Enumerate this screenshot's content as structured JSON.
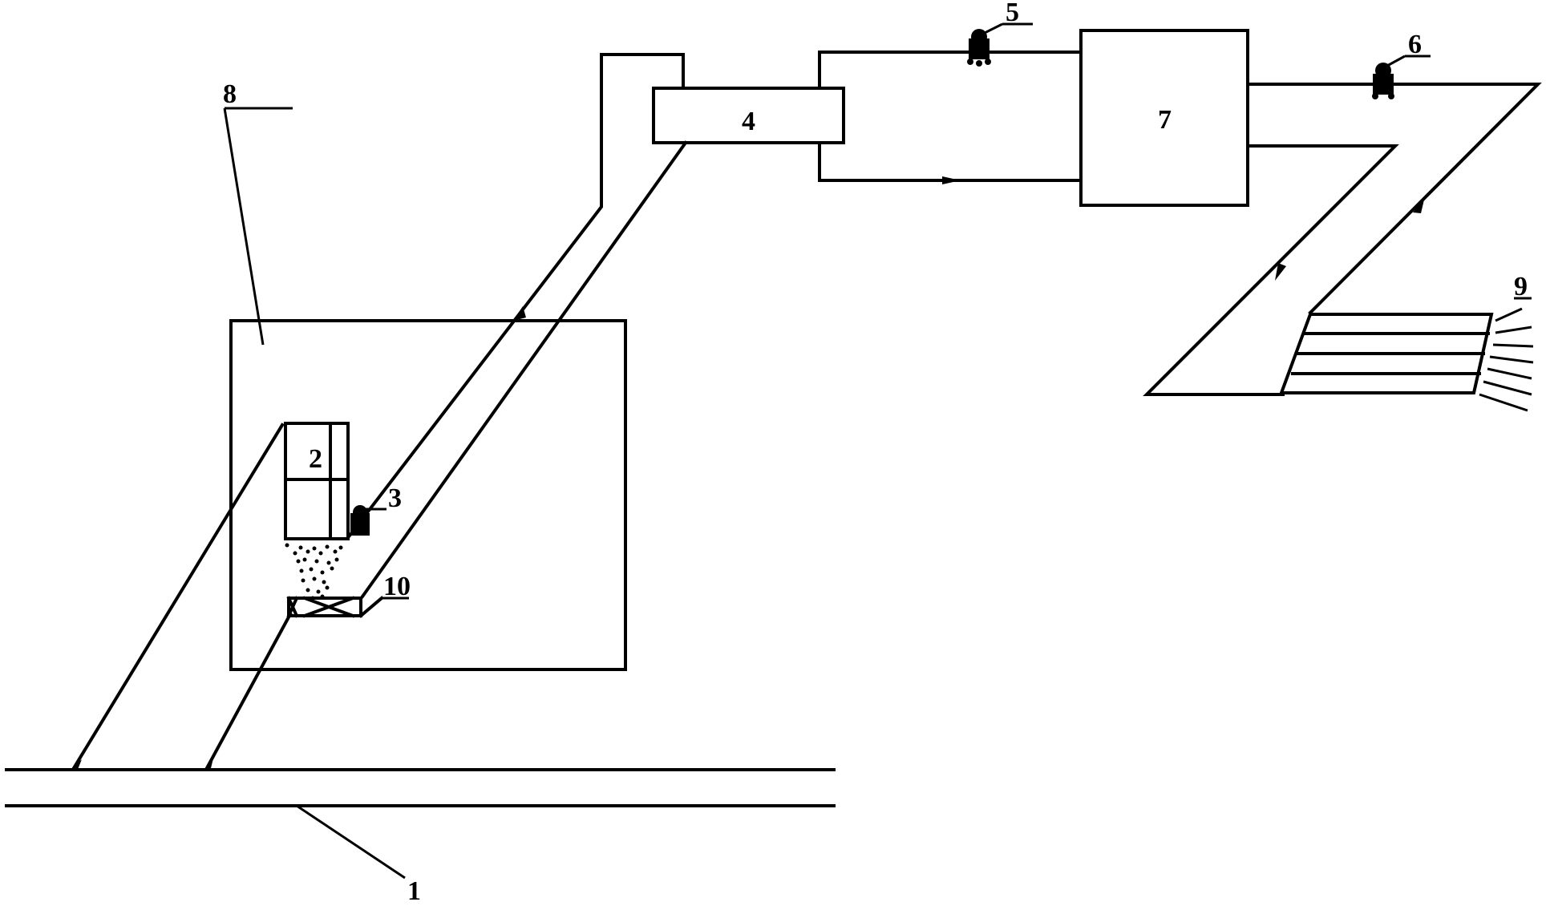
{
  "diagram": {
    "labels": {
      "l1": "1",
      "l2": "2",
      "l3": "3",
      "l4": "4",
      "l5": "5",
      "l6": "6",
      "l7": "7",
      "l8": "8",
      "l9": "9",
      "l10": "10"
    }
  }
}
